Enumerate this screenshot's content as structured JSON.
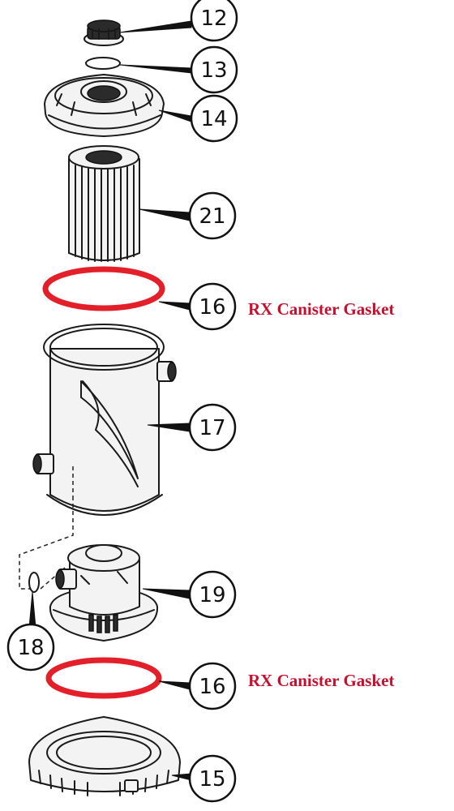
{
  "diagram": {
    "callouts": [
      {
        "id": "12",
        "label": "12"
      },
      {
        "id": "13",
        "label": "13"
      },
      {
        "id": "14",
        "label": "14"
      },
      {
        "id": "21",
        "label": "21"
      },
      {
        "id": "16a",
        "label": "16"
      },
      {
        "id": "17",
        "label": "17"
      },
      {
        "id": "19",
        "label": "19"
      },
      {
        "id": "18",
        "label": "18"
      },
      {
        "id": "16b",
        "label": "16"
      },
      {
        "id": "15",
        "label": "15"
      }
    ],
    "gasket_labels": [
      "RX Canister Gasket",
      "RX Canister Gasket"
    ],
    "colors": {
      "gasket": "#e3202a",
      "gasket_label": "#c8102e",
      "line": "#1a1a1a"
    }
  }
}
